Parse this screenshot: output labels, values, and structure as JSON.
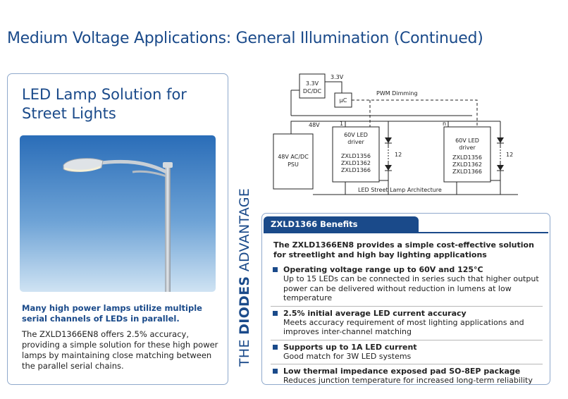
{
  "page": {
    "title": "Medium Voltage Applications: General Illumination (Continued)"
  },
  "left_panel": {
    "heading": "LED Lamp Solution for Street Lights",
    "caption_bold": "Many high power lamps utilize multiple serial channels of LEDs in parallel.",
    "body": "The ZXLD1366EN8 offers 2.5% accuracy, providing a simple solution for these high power lamps by maintaining close matching between the parallel serial chains."
  },
  "brand": {
    "light": "THE ",
    "bold": "DIODES",
    "light2": " ADVANTAGE"
  },
  "diagram": {
    "dcdc_line1": "3.3V",
    "dcdc_line2": "DC/DC",
    "rail_label": "3.3V",
    "uc_label": "µC",
    "pwm_label": "PWM Dimming",
    "v48_label": "48V",
    "psu_line1": "48V AC/DC",
    "psu_line2": "PSU",
    "ch1_label": "1",
    "chn_label": "n",
    "driver1": {
      "line1": "60V LED",
      "line2": "driver",
      "part1": "ZXLD1356",
      "part2": "ZXLD1362",
      "part3": "ZXLD1366"
    },
    "driver2": {
      "line1": "60V LED",
      "line2": "driver",
      "part1": "ZXLD1356",
      "part2": "ZXLD1362",
      "part3": "ZXLD1366"
    },
    "led_count1": "12",
    "led_count2": "12",
    "caption": "LED Street Lamp Architecture"
  },
  "benefits": {
    "tab_title": "ZXLD1366 Benefits",
    "intro": "The ZXLD1366EN8 provides a simple cost-effective solution for streetlight and high bay lighting applications",
    "items": [
      {
        "title": "Operating voltage range up to 60V and 125°C",
        "desc": "Up to 15 LEDs can be connected in series such that higher output power can be delivered without reduction in lumens at low temperature"
      },
      {
        "title": "2.5% initial average LED current accuracy",
        "desc": "Meets accuracy requirement of most lighting applications and improves inter-channel matching"
      },
      {
        "title": "Supports up to 1A LED current",
        "desc": "Good match for 3W LED systems"
      },
      {
        "title": "Low thermal impedance exposed pad SO-8EP package",
        "desc": "Reduces junction temperature for increased long-term reliability"
      }
    ]
  },
  "colors": {
    "brand_blue": "#1a4a8a",
    "panel_border": "#8fa9cc",
    "sky_top": "#2a6db8",
    "sky_bottom": "#cfe3f3"
  }
}
